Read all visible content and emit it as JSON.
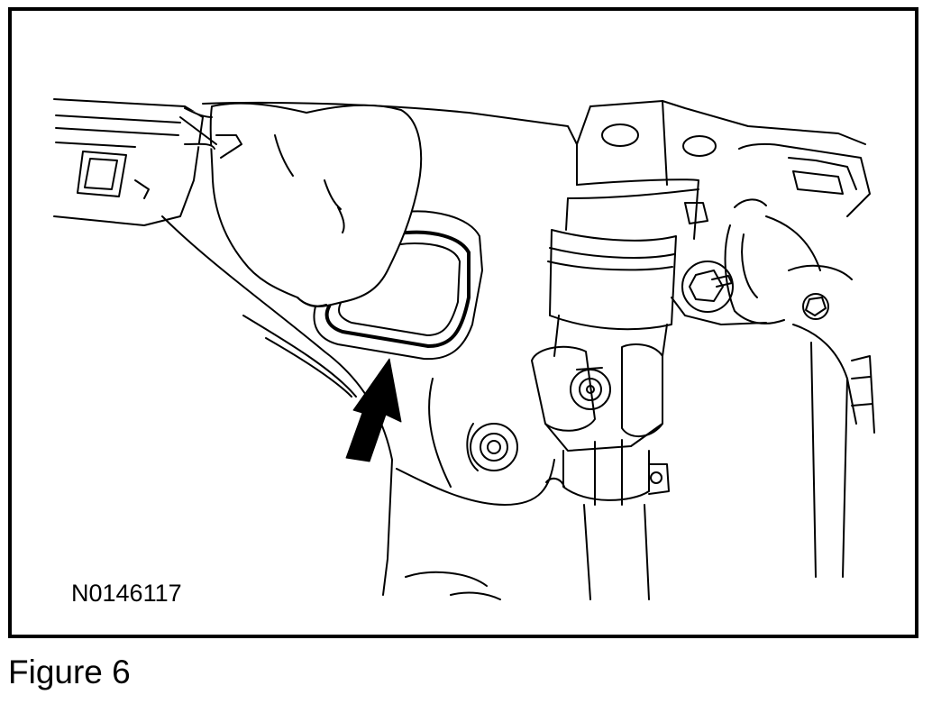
{
  "figure": {
    "id_label": "N0146117",
    "caption": "Figure 6"
  },
  "illustration": {
    "subject": "hand removing a rubber access-hole seal (grommet) next to the steering column intermediate shaft",
    "callout": "arrow-pointing-at-seal",
    "colors": {
      "line": "#000000",
      "background": "#ffffff"
    }
  }
}
